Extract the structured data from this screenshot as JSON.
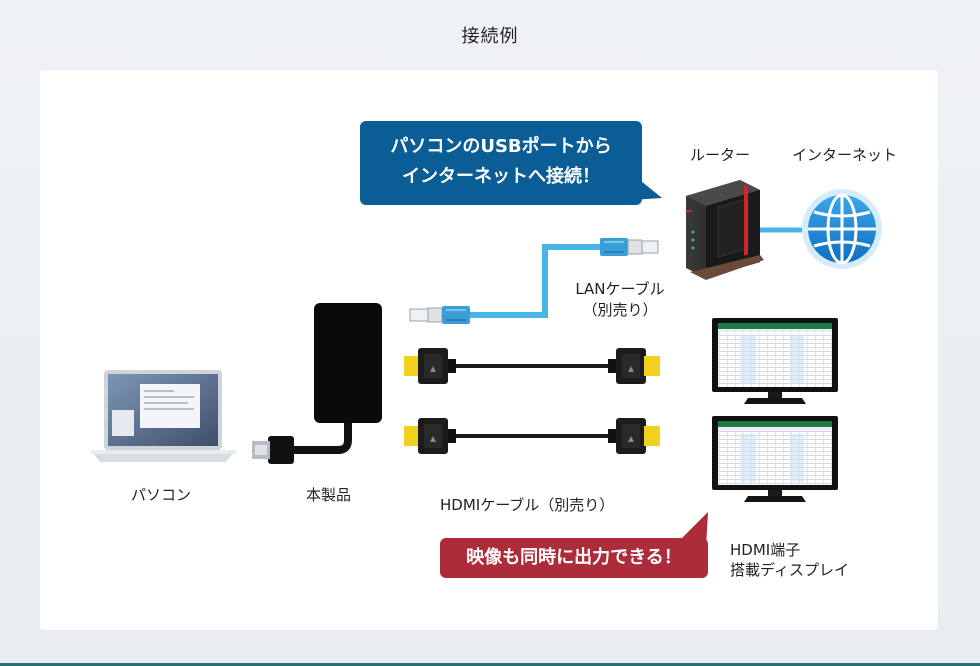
{
  "page": {
    "title": "接続例"
  },
  "callouts": {
    "top_line1": "パソコンのUSBポートから",
    "top_line2": "インターネットへ接続！",
    "bottom": "映像も同時に出力できる！"
  },
  "labels": {
    "router": "ルーター",
    "internet": "インターネット",
    "lan_cable_line1": "LANケーブル",
    "lan_cable_line2": "（別売り）",
    "pc": "パソコン",
    "product": "本製品",
    "hdmi_cable": "HDMIケーブル（別売り）",
    "display_line1": "HDMI端子",
    "display_line2": "搭載ディスプレイ"
  },
  "colors": {
    "callout_blue": "#0b5d95",
    "callout_red": "#ad2c3a",
    "lan_cable": "#4ab4e6",
    "globe": "#1e8ad6",
    "router_accent": "#d0242a",
    "hdmi_gold": "#f0d21e"
  },
  "icons": {
    "router": "router-icon",
    "globe": "globe-icon",
    "laptop": "laptop-icon",
    "adapter": "usb-adapter-icon",
    "monitor": "monitor-icon"
  }
}
